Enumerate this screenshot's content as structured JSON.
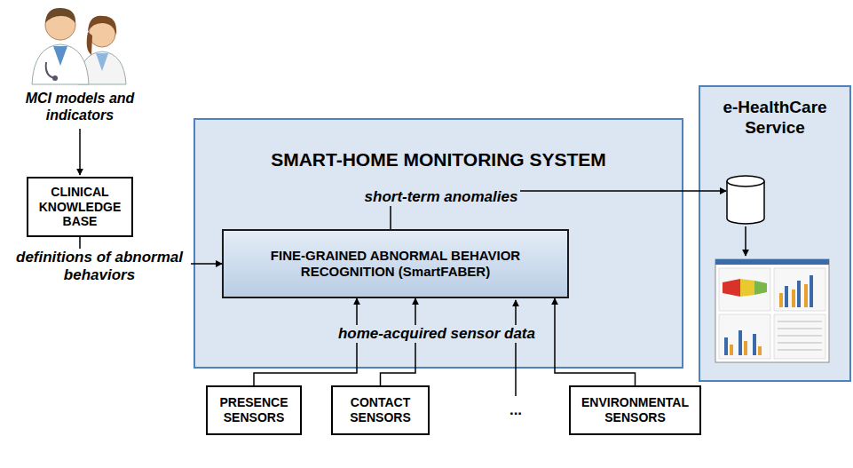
{
  "diagram": {
    "nodes": [
      {
        "text": [
          "CLINICAL KNOWLEDGE BASE"
        ]
      },
      {
        "text": [
          "SMART-HOME MONITORING SYSTEM"
        ]
      },
      {
        "text": [
          "FINE-GRAINED ABNORMAL BEHAVIOR RECOGNITION (SmartFABER)"
        ],
        "in": 1
      },
      {
        "text": [
          "e-HealthCare Service"
        ]
      },
      {
        "text": [
          "PRESENCE SENSORS"
        ]
      },
      {
        "text": [
          "CONTACT SENSORS"
        ]
      },
      {
        "text": [
          "ENVIRONMENTAL SENSORS"
        ]
      }
    ],
    "edges": [
      {
        "from": 0,
        "to": 2,
        "label": "definitions of abnormal behaviors",
        "arrow": "to"
      },
      {
        "from": 2,
        "to": 3,
        "label": "short-term anomalies",
        "arrow": "to"
      },
      {
        "from": 4,
        "to": 2,
        "arrow": "to"
      },
      {
        "from": 5,
        "to": 2,
        "arrow": "to"
      },
      {
        "from": 6,
        "to": 2,
        "arrow": "to"
      }
    ],
    "labels": [
      "MCI models and indicators",
      "home-acquired sensor data",
      "..."
    ]
  }
}
